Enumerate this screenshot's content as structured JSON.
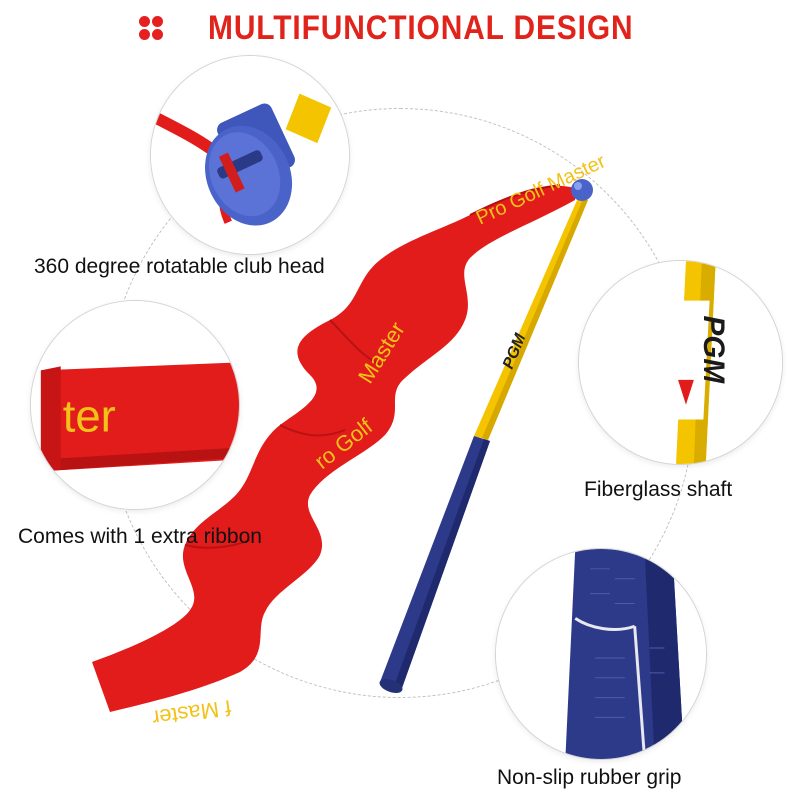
{
  "header": {
    "title": "MULTIFUNCTIONAL DESIGN",
    "accent_color": "#e0241c",
    "icon": "four-dot-logo-icon"
  },
  "callouts": {
    "club_head": {
      "label": "360 degree rotatable club head"
    },
    "ribbon": {
      "label": "Comes with 1 extra ribbon",
      "ribbon_text": "ter"
    },
    "shaft": {
      "label": "Fiberglass shaft",
      "brand_text": "PGM"
    },
    "grip": {
      "label": "Non-slip rubber grip"
    }
  },
  "product": {
    "ribbon_texts": [
      "Pro Golf Master",
      "ro Golf",
      "Master",
      "f Master"
    ],
    "brand_text": "PGM",
    "colors": {
      "ribbon": "#e21b1b",
      "ribbon_text": "#f2c21a",
      "shaft": "#f5c400",
      "grip": "#2d3a8a",
      "head": "#4a63c9"
    }
  }
}
